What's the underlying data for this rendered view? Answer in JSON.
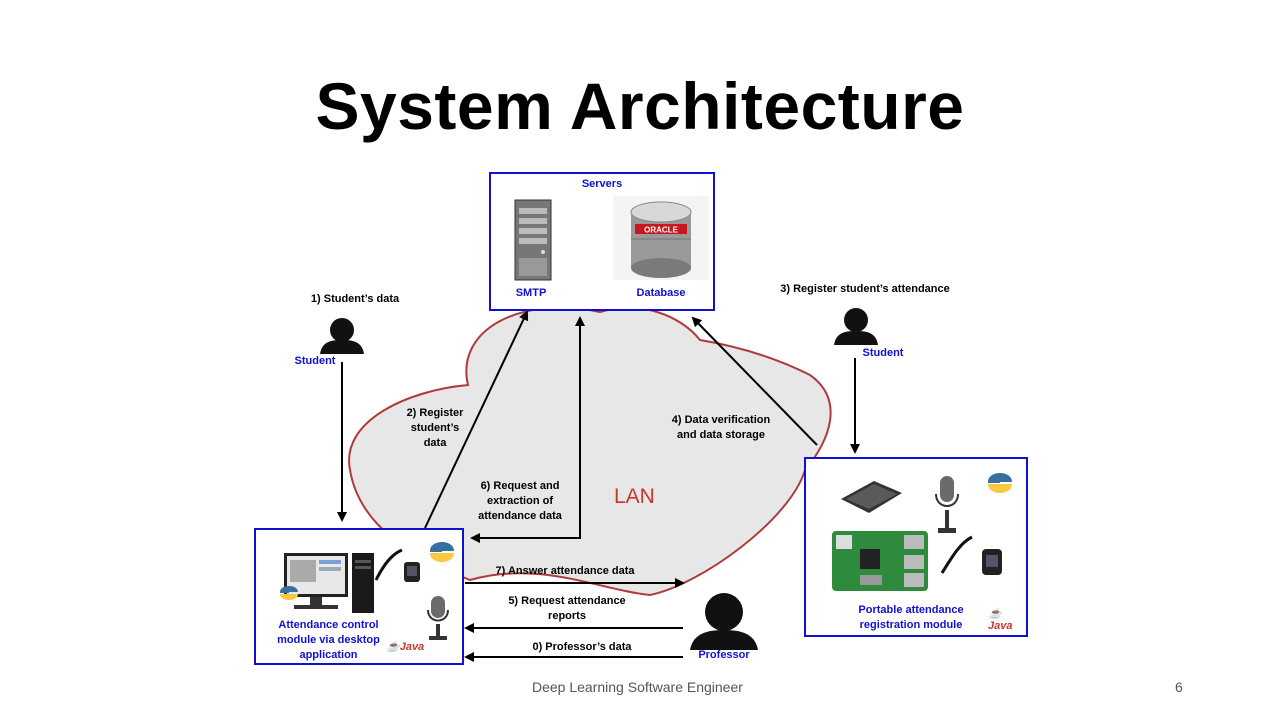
{
  "slide": {
    "title": "System Architecture",
    "footer": "Deep Learning Software Engineer",
    "page_number": "6"
  },
  "servers": {
    "label": "Servers",
    "smtp": "SMTP",
    "database": "Database",
    "db_brand": "ORACLE"
  },
  "lan_label": "LAN",
  "nodes": {
    "student_left": "Student",
    "student_right": "Student",
    "professor": "Professor",
    "desktop_module": "Attendance control module via desktop application",
    "portable_module": "Portable attendance registration module",
    "java_left": "Java",
    "java_right": "Java"
  },
  "steps": {
    "s1": "1) Student’s data",
    "s2": "2) Register student’s data",
    "s3": "3) Register student’s attendance",
    "s4": "4) Data verification and data storage",
    "s6": "6) Request and extraction of attendance data",
    "s7": "7) Answer attendance data",
    "s5": "5) Request attendance reports",
    "s0": "0) Professor’s data"
  },
  "colors": {
    "box_border": "#1010d0",
    "cloud_fill": "#e7e7e7",
    "cloud_stroke": "#b03a3a"
  }
}
